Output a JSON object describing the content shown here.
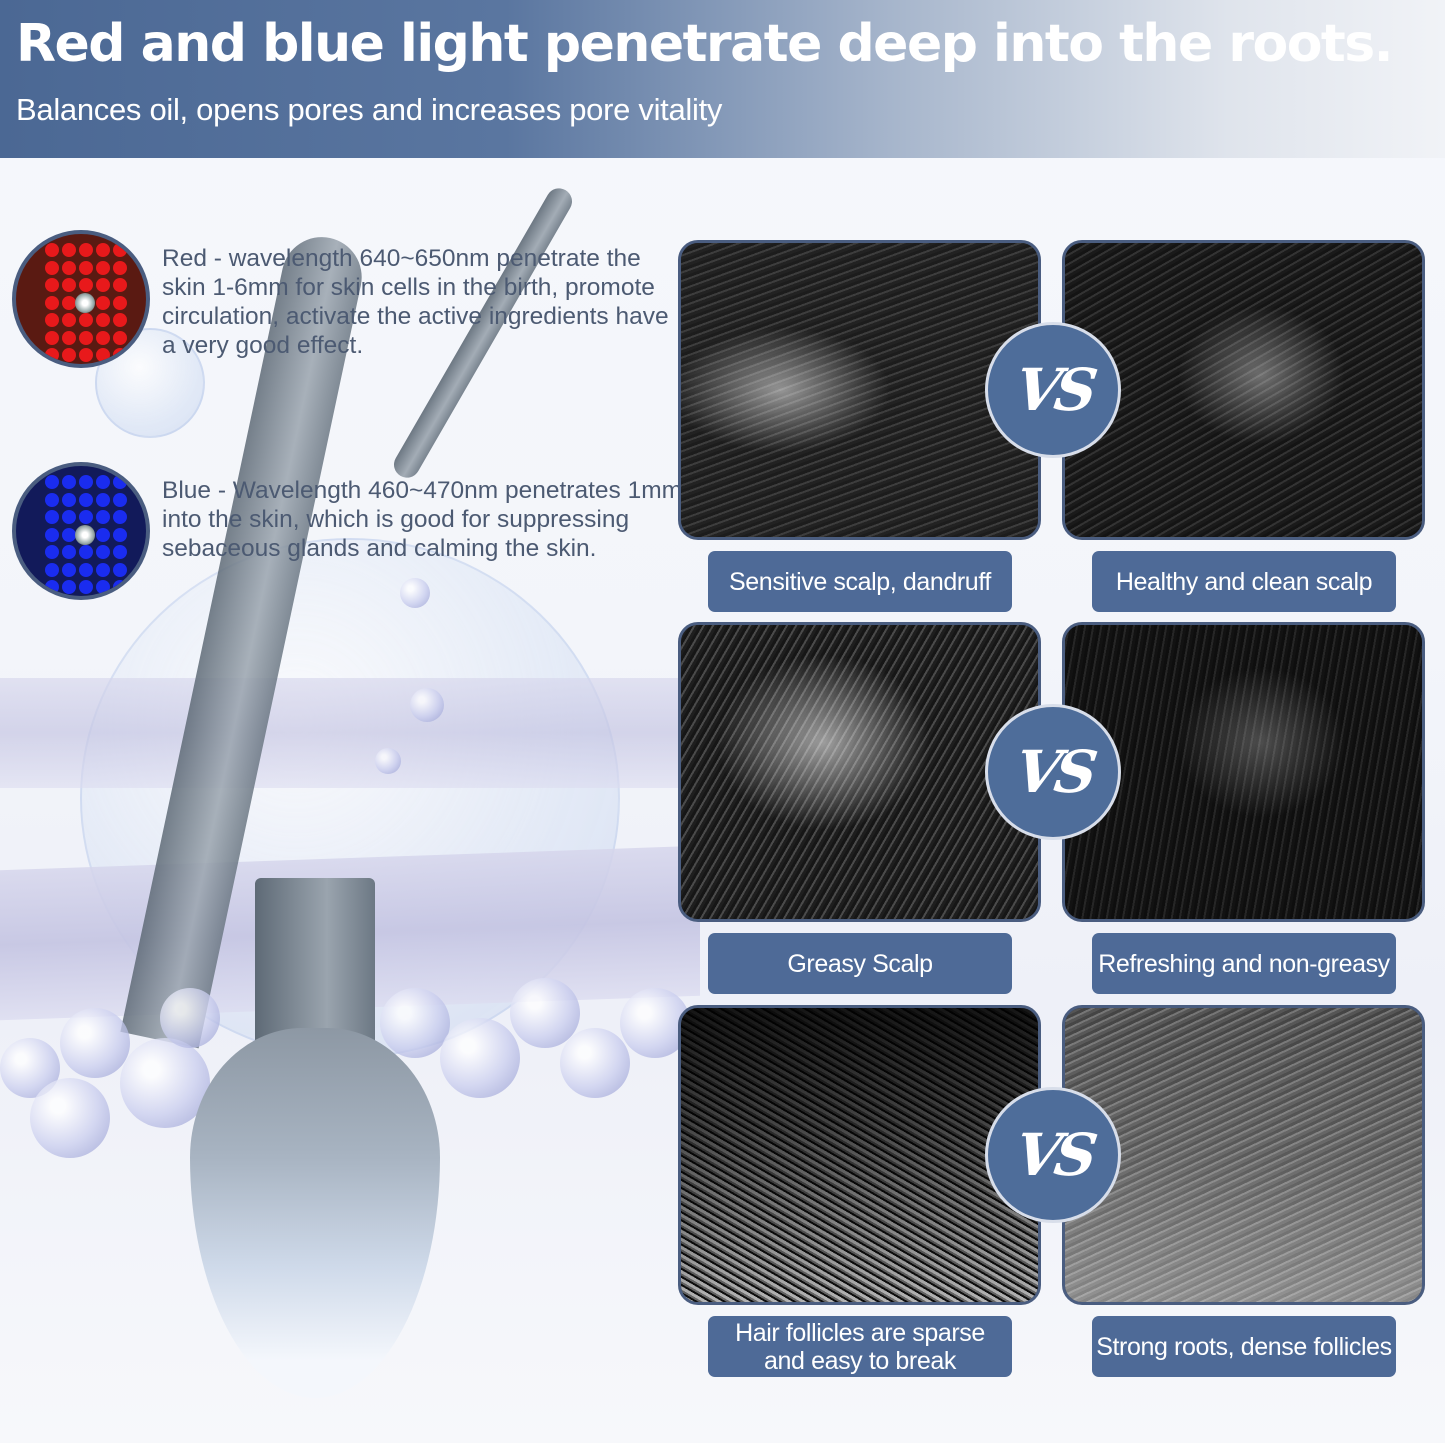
{
  "header": {
    "title": "Red and blue light penetrate deep into the roots.",
    "subtitle": "Balances oil, opens pores and increases pore vitality",
    "gradient_start": "#4b6894",
    "gradient_end": "#f1f3f7"
  },
  "lights": [
    {
      "name": "red",
      "icon": "red-led-panel-icon",
      "color": "#e8191b",
      "text": "Red - wavelength 640~650nm penetrate the skin 1-6mm for skin cells in the birth, promote circulation, activate the active ingredients have a very good effect."
    },
    {
      "name": "blue",
      "icon": "blue-led-panel-icon",
      "color": "#1a2cf0",
      "text": "Blue - Wavelength 460~470nm penetrates 1mm into the skin, which is good for suppressing sebaceous glands and calming the skin."
    }
  ],
  "comparisons": [
    {
      "before_label": "Sensitive scalp, dandruff",
      "after_label": "Healthy and clean scalp",
      "vs": "VS"
    },
    {
      "before_label": "Greasy Scalp",
      "after_label": "Refreshing and non-greasy",
      "vs": "VS"
    },
    {
      "before_label": "Hair follicles are sparse\nand easy to break",
      "after_label": "Strong roots, dense follicles",
      "vs": "VS"
    }
  ],
  "colors": {
    "label_bg": "#4e6a97",
    "vs_bg": "#4e6d9a",
    "photo_border": "#4a5d80",
    "body_text": "#4c5a72"
  }
}
